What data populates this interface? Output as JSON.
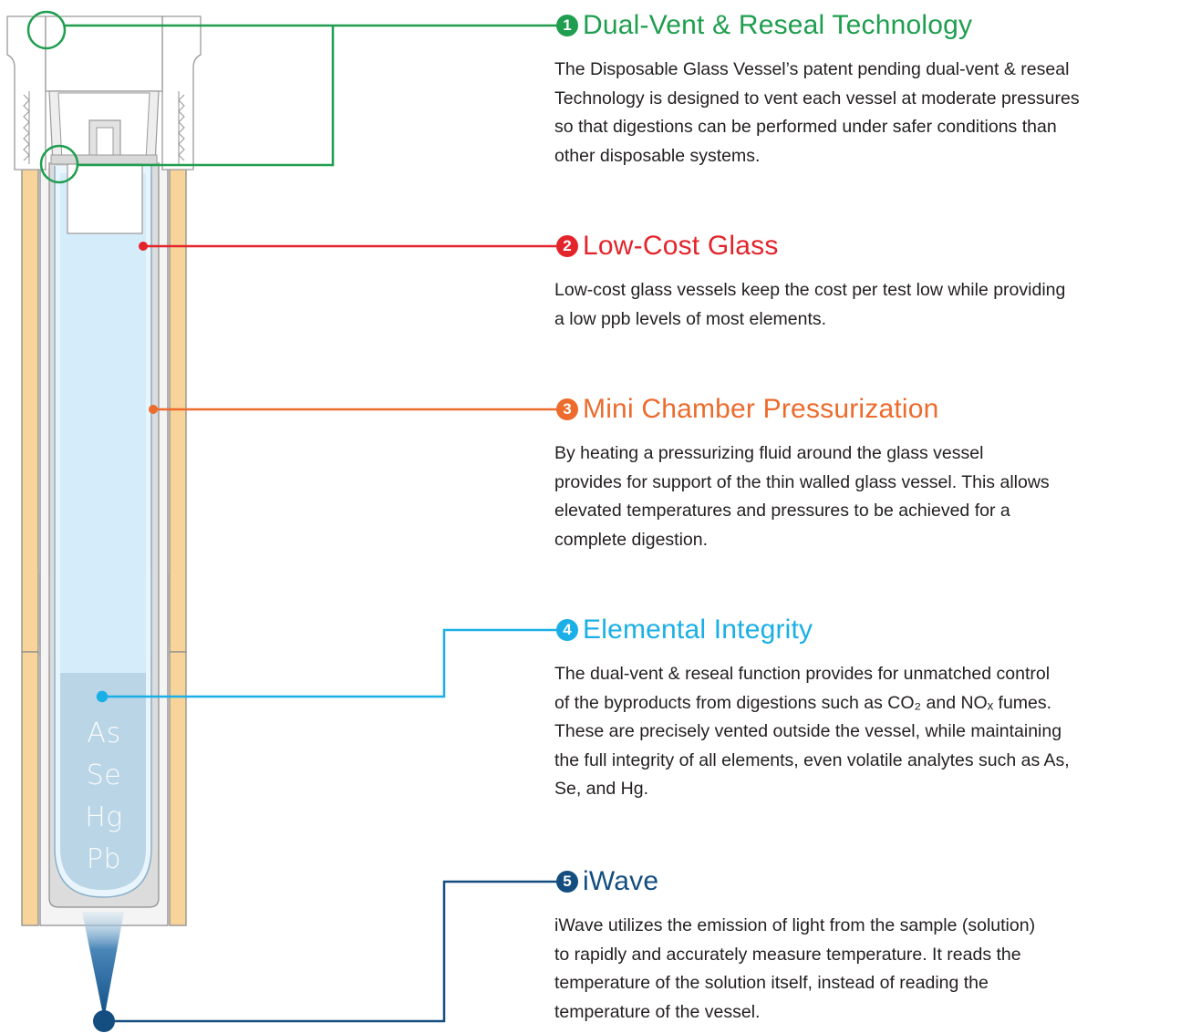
{
  "colors": {
    "feature1": "#1f9e4f",
    "feature2": "#e3242b",
    "feature3": "#ec6b2d",
    "feature4": "#1aafe6",
    "feature5": "#144d7f",
    "cap_fill": "#ffffff",
    "cap_stroke": "#9a9a9a",
    "sleeve": "#f8d49b",
    "liquid": "#d5ecfb",
    "sample": "#b9d5e6"
  },
  "features": [
    {
      "number": "1",
      "title": "Dual-Vent & Reseal Technology",
      "lines": [
        "The Disposable Glass Vessel’s patent pending dual-vent & reseal",
        "Technology is designed to vent each vessel at moderate pressures",
        "so that digestions can be performed under safer conditions than",
        "other disposable systems."
      ]
    },
    {
      "number": "2",
      "title": "Low-Cost Glass",
      "lines": [
        "Low-cost glass vessels keep the cost per test low while providing",
        "a low ppb levels of most elements."
      ]
    },
    {
      "number": "3",
      "title": "Mini Chamber Pressurization",
      "lines": [
        "By heating a pressurizing fluid around the glass vessel",
        "provides for support of the thin walled glass vessel. This allows",
        "elevated temperatures and pressures to be achieved for a",
        "complete digestion."
      ]
    },
    {
      "number": "4",
      "title": "Elemental Integrity",
      "lines": [
        "The dual-vent & reseal function provides for unmatched control",
        "of the byproducts from digestions such as CO₂ and NOₓ fumes.",
        "These are precisely vented outside the vessel, while maintaining",
        "the full integrity of all elements, even volatile analytes such as As,",
        "Se, and Hg."
      ]
    },
    {
      "number": "5",
      "title": "iWave",
      "lines": [
        "iWave utilizes the emission of light from the sample (solution)",
        "to rapidly and accurately measure temperature. It reads the",
        "temperature of the solution itself, instead of reading the",
        "temperature of the vessel."
      ]
    }
  ],
  "elements": [
    "As",
    "Se",
    "Hg",
    "Pb"
  ]
}
